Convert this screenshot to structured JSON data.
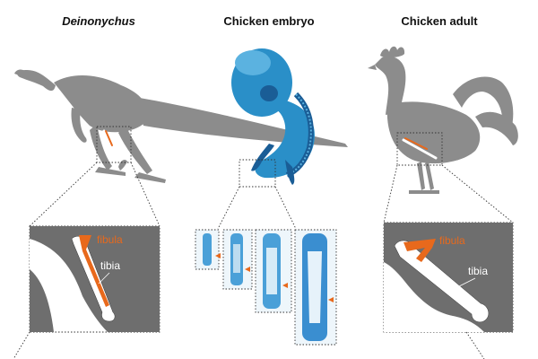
{
  "titles": {
    "left": "Deinonychus",
    "center": "Chicken embryo",
    "right": "Chicken adult"
  },
  "labels": {
    "deinonychus_fibula": "fibula",
    "deinonychus_tibia": "tibia",
    "chicken_fibula": "fibula",
    "chicken_tibia": "tibia"
  },
  "colors": {
    "silhouette": "#8c8c8c",
    "silhouette_dark": "#6e6e6e",
    "fibula": "#e8691c",
    "bone": "#ffffff",
    "embryo": "#2a8fc8",
    "embryo_dark": "#1a5d96"
  }
}
